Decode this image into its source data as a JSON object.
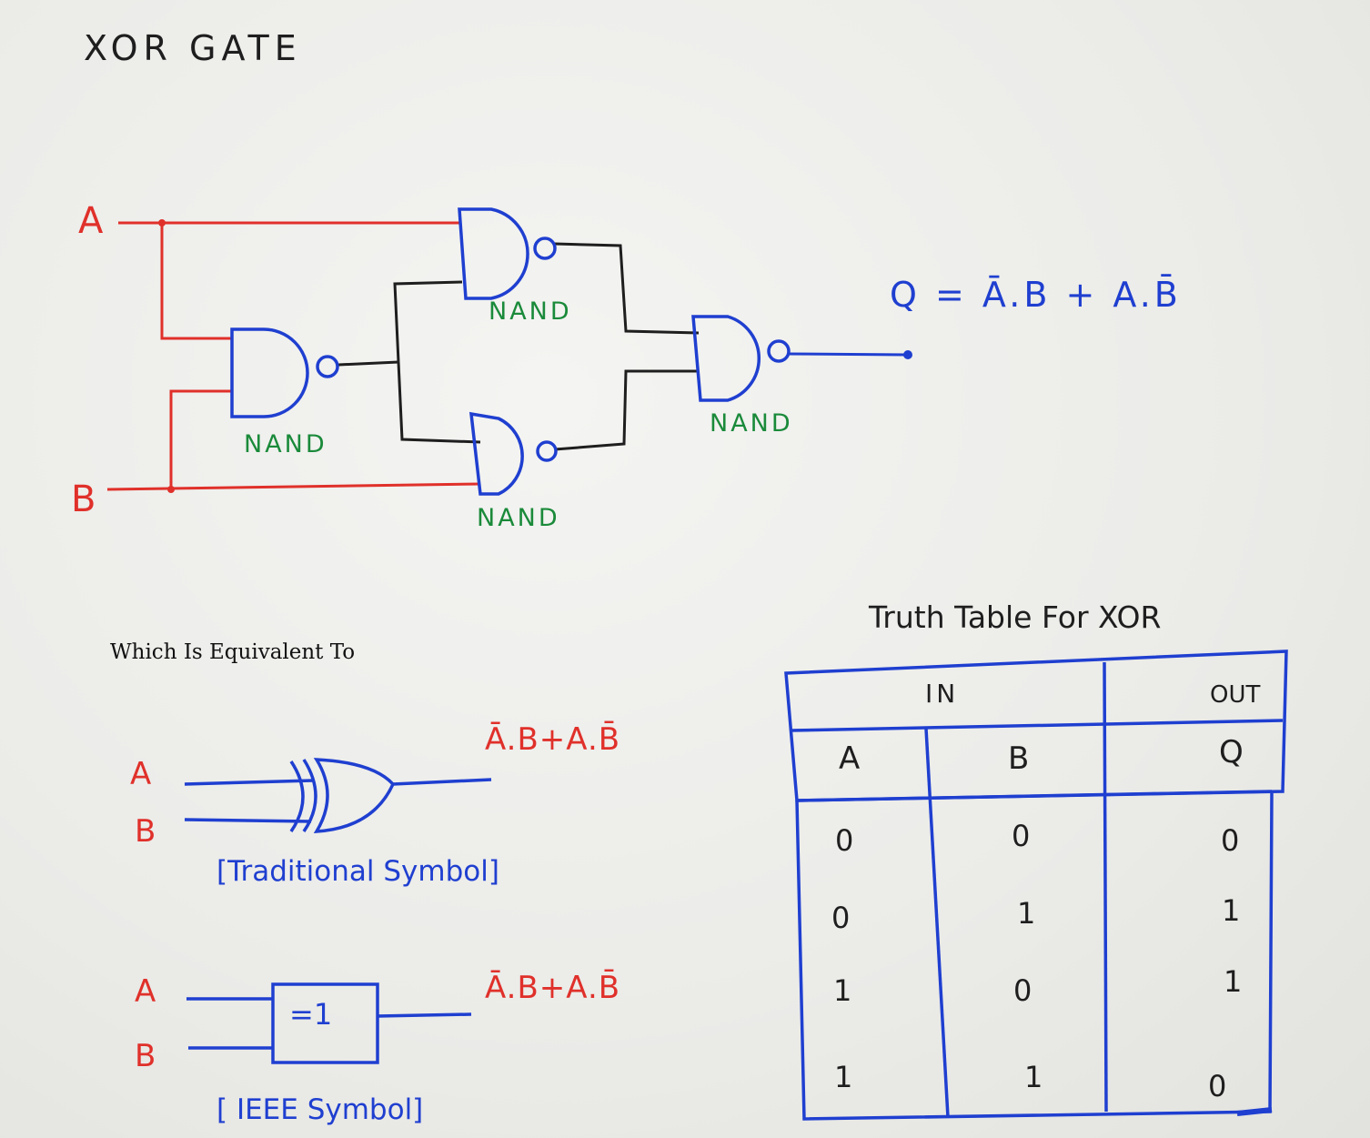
{
  "title": "XOR GATE",
  "inputs": {
    "a": "A",
    "b": "B"
  },
  "gate_label": "NAND",
  "output_expression": "Q = Ā.B + A.B̄",
  "equivalent_caption": "Which Is Equivalent To",
  "symbols": {
    "input_a": "A",
    "input_b": "B",
    "traditional_expression": "Ā.B+A.B̄",
    "traditional_caption": "[Traditional Symbol]",
    "ieee_expression": "Ā.B+A.B̄",
    "ieee_gate_text": "=1",
    "ieee_caption": "[ IEEE Symbol]"
  },
  "truth_table": {
    "title": "Truth Table For XOR",
    "group_in": "IN",
    "group_out": "OUT",
    "columns": [
      "A",
      "B",
      "Q"
    ],
    "rows": [
      [
        "0",
        "0",
        "0"
      ],
      [
        "0",
        "1",
        "1"
      ],
      [
        "1",
        "0",
        "1"
      ],
      [
        "1",
        "1",
        "0"
      ]
    ]
  },
  "colors": {
    "ink_black": "#1e1e1e",
    "ink_red": "#e0302a",
    "ink_blue": "#1f3fd0",
    "ink_green": "#1a8a3a"
  }
}
